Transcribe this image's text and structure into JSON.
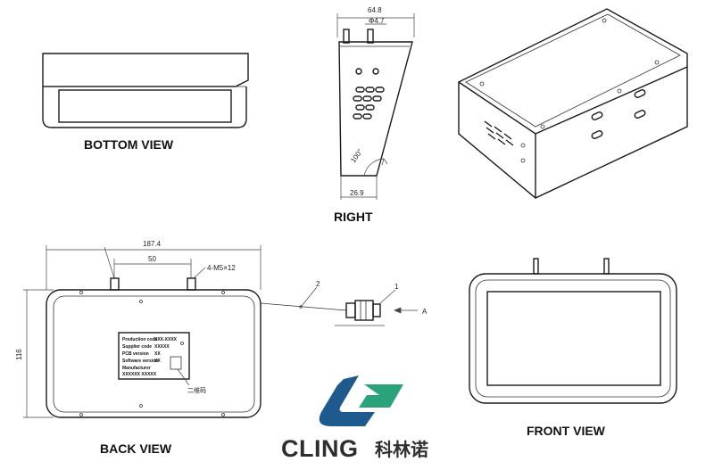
{
  "views": {
    "bottom": "BOTTOM VIEW",
    "right": "RIGHT",
    "back": "BACK VIEW",
    "front": "FRONT VIEW"
  },
  "dims": {
    "top_width": "64.8",
    "stud_dia": "Φ4.7",
    "angle": "100°",
    "base_depth": "26.9",
    "overall_width": "187.4",
    "stud_spacing": "50",
    "stud_thread": "4-M5×12",
    "height": "116"
  },
  "callouts": {
    "one": "1",
    "two": "2",
    "a": "A",
    "qr": "二维码"
  },
  "label_plate": {
    "lines": [
      "Production code",
      "Supplier code",
      "PCB version",
      "Software version",
      "Manufacturer"
    ],
    "values": [
      "XXX-XXXX",
      "XXXXX",
      "XX",
      "XX",
      "XXXXXX XXXXX"
    ]
  },
  "brand": {
    "latin": "CLING",
    "chinese": "科林诺",
    "color_blue": "#1f5a8e",
    "color_green": "#2aa37a"
  }
}
